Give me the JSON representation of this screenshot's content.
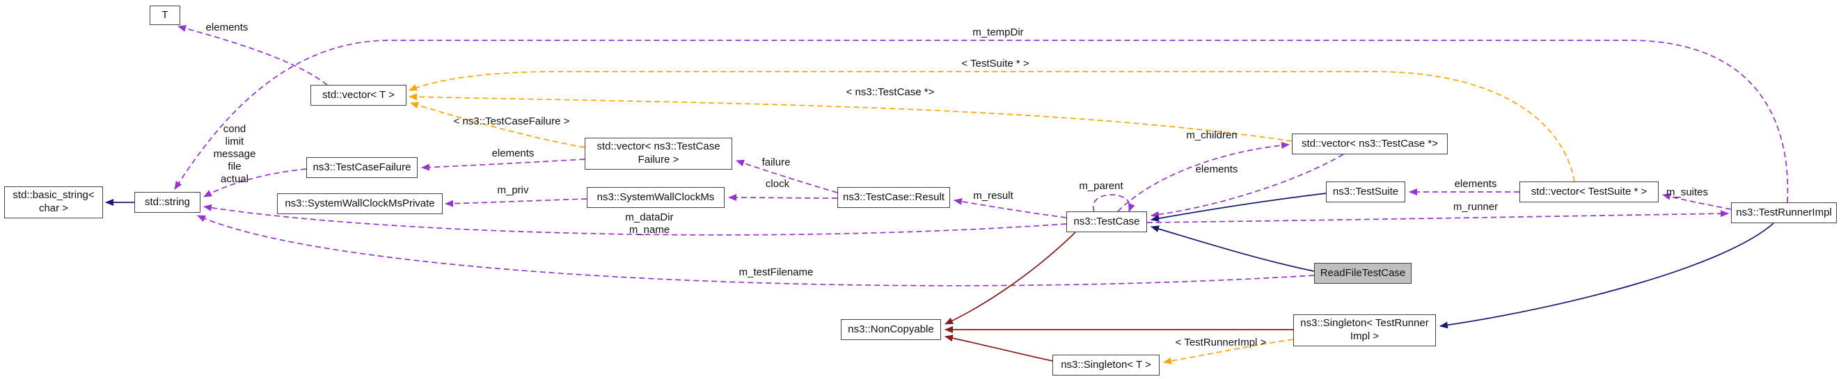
{
  "diagram": {
    "kind": "doxygen-collaboration-graph",
    "colors": {
      "usage_edge": "#9a32cd",
      "template_edge": "#ffa500",
      "public_inheritance_edge": "#191970",
      "private_inheritance_edge": "#8b1a1a",
      "node_border": "#404040",
      "highlight_node_fill": "#bfbfbf",
      "background": "#ffffff"
    },
    "nodes": [
      {
        "id": "t",
        "label": "T"
      },
      {
        "id": "std-basic-string",
        "label": "std::basic_string< char >"
      },
      {
        "id": "std-string",
        "label": "std::string"
      },
      {
        "id": "std-vector-t",
        "label": "std::vector< T >"
      },
      {
        "id": "ns3-testcasefailure",
        "label": "ns3::TestCaseFailure"
      },
      {
        "id": "ns3-systemwallclockmsprivate",
        "label": "ns3::SystemWallClockMsPrivate"
      },
      {
        "id": "std-vector-ns3-testcasefailure",
        "label": "std::vector< ns3::TestCase Failure >"
      },
      {
        "id": "ns3-systemwallclockms",
        "label": "ns3::SystemWallClockMs"
      },
      {
        "id": "ns3-testcase-result",
        "label": "ns3::TestCase::Result"
      },
      {
        "id": "ns3-testcase",
        "label": "ns3::TestCase"
      },
      {
        "id": "std-vector-ns3-testcase-ptr",
        "label": "std::vector< ns3::TestCase *>"
      },
      {
        "id": "ns3-testsuite",
        "label": "ns3::TestSuite"
      },
      {
        "id": "std-vector-testsuite-ptr",
        "label": "std::vector< TestSuite * >"
      },
      {
        "id": "ns3-testrunnerimpl",
        "label": "ns3::TestRunnerImpl"
      },
      {
        "id": "readfiletestcase",
        "label": "ReadFileTestCase",
        "highlight": true
      },
      {
        "id": "ns3-noncopyable",
        "label": "ns3::NonCopyable"
      },
      {
        "id": "ns3-singleton-testrunnerimpl",
        "label": "ns3::Singleton< TestRunner Impl >"
      },
      {
        "id": "ns3-singleton-t",
        "label": "ns3::Singleton< T >"
      }
    ],
    "edges": [
      {
        "label": "elements",
        "type": "usage",
        "from": "std::vector< T >",
        "to": "T"
      },
      {
        "label": "m_tempDir",
        "type": "usage",
        "from": "ns3::TestRunnerImpl",
        "to": "std::string"
      },
      {
        "label": "< TestSuite * >",
        "type": "template",
        "from": "std::vector< TestSuite * >",
        "to": "std::vector< T >"
      },
      {
        "label": "< ns3::TestCase *>",
        "type": "template",
        "from": "std::vector< ns3::TestCase *>",
        "to": "std::vector< T >"
      },
      {
        "label": "< ns3::TestCaseFailure >",
        "type": "template",
        "from": "std::vector< ns3::TestCaseFailure >",
        "to": "std::vector< T >"
      },
      {
        "label": "elements",
        "type": "usage",
        "from": "std::vector< ns3::TestCaseFailure >",
        "to": "ns3::TestCaseFailure"
      },
      {
        "label": "failure",
        "type": "usage",
        "from": "ns3::TestCase::Result",
        "to": "std::vector< ns3::TestCaseFailure >"
      },
      {
        "label": "clock",
        "type": "usage",
        "from": "ns3::TestCase::Result",
        "to": "ns3::SystemWallClockMs"
      },
      {
        "label": "m_priv",
        "type": "usage",
        "from": "ns3::SystemWallClockMs",
        "to": "ns3::SystemWallClockMsPrivate"
      },
      {
        "label": "cond\nlimit\nmessage\nfile\nactual",
        "type": "usage",
        "from": "ns3::TestCaseFailure",
        "to": "std::string"
      },
      {
        "label": "m_result",
        "type": "usage",
        "from": "ns3::TestCase",
        "to": "ns3::TestCase::Result"
      },
      {
        "label": "m_parent",
        "type": "usage",
        "from": "ns3::TestCase",
        "to": "ns3::TestCase"
      },
      {
        "label": "m_children",
        "type": "usage",
        "from": "ns3::TestCase",
        "to": "std::vector< ns3::TestCase *>"
      },
      {
        "label": "elements",
        "type": "usage",
        "from": "std::vector< ns3::TestCase *>",
        "to": "ns3::TestCase"
      },
      {
        "label": "elements",
        "type": "usage",
        "from": "std::vector< TestSuite * >",
        "to": "ns3::TestSuite"
      },
      {
        "label": "m_suites",
        "type": "usage",
        "from": "ns3::TestRunnerImpl",
        "to": "std::vector< TestSuite * >"
      },
      {
        "label": "m_runner",
        "type": "usage",
        "from": "ns3::TestCase",
        "to": "ns3::TestRunnerImpl"
      },
      {
        "label": "m_dataDir\nm_name",
        "type": "usage",
        "from": "ns3::TestCase",
        "to": "std::string"
      },
      {
        "label": "m_testFilename",
        "type": "usage",
        "from": "ReadFileTestCase",
        "to": "std::string"
      },
      {
        "label": "< TestRunnerImpl >",
        "type": "template",
        "from": "ns3::Singleton< TestRunnerImpl >",
        "to": "ns3::Singleton< T >"
      },
      {
        "label": "",
        "type": "public-inheritance",
        "from": "std::string",
        "to": "std::basic_string< char >"
      },
      {
        "label": "",
        "type": "public-inheritance",
        "from": "ns3::TestSuite",
        "to": "ns3::TestCase"
      },
      {
        "label": "",
        "type": "public-inheritance",
        "from": "ReadFileTestCase",
        "to": "ns3::TestCase"
      },
      {
        "label": "",
        "type": "private-inheritance",
        "from": "ns3::TestCase",
        "to": "ns3::NonCopyable"
      },
      {
        "label": "",
        "type": "public-inheritance",
        "from": "ns3::TestRunnerImpl",
        "to": "ns3::Singleton< TestRunnerImpl >"
      },
      {
        "label": "",
        "type": "private-inheritance",
        "from": "ns3::Singleton< TestRunnerImpl >",
        "to": "ns3::NonCopyable"
      },
      {
        "label": "",
        "type": "private-inheritance",
        "from": "ns3::Singleton< T >",
        "to": "ns3::NonCopyable"
      }
    ]
  }
}
